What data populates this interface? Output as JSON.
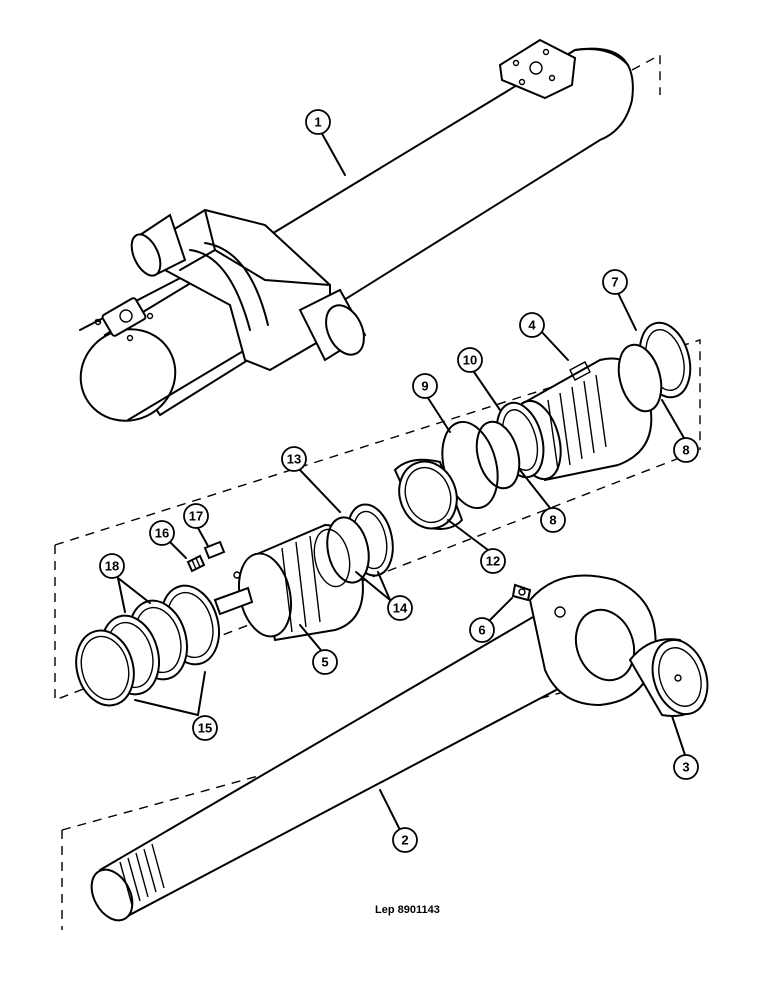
{
  "diagram": {
    "reference": "Lep 8901143",
    "callouts": [
      {
        "id": "c1",
        "label": "1"
      },
      {
        "id": "c2",
        "label": "2"
      },
      {
        "id": "c3",
        "label": "3"
      },
      {
        "id": "c4",
        "label": "4"
      },
      {
        "id": "c5",
        "label": "5"
      },
      {
        "id": "c6",
        "label": "6"
      },
      {
        "id": "c7",
        "label": "7"
      },
      {
        "id": "c8a",
        "label": "8"
      },
      {
        "id": "c8b",
        "label": "8"
      },
      {
        "id": "c9",
        "label": "9"
      },
      {
        "id": "c10",
        "label": "10"
      },
      {
        "id": "c12",
        "label": "12"
      },
      {
        "id": "c13",
        "label": "13"
      },
      {
        "id": "c14",
        "label": "14"
      },
      {
        "id": "c15",
        "label": "15"
      },
      {
        "id": "c16",
        "label": "16"
      },
      {
        "id": "c17",
        "label": "17"
      },
      {
        "id": "c18",
        "label": "18"
      }
    ]
  }
}
